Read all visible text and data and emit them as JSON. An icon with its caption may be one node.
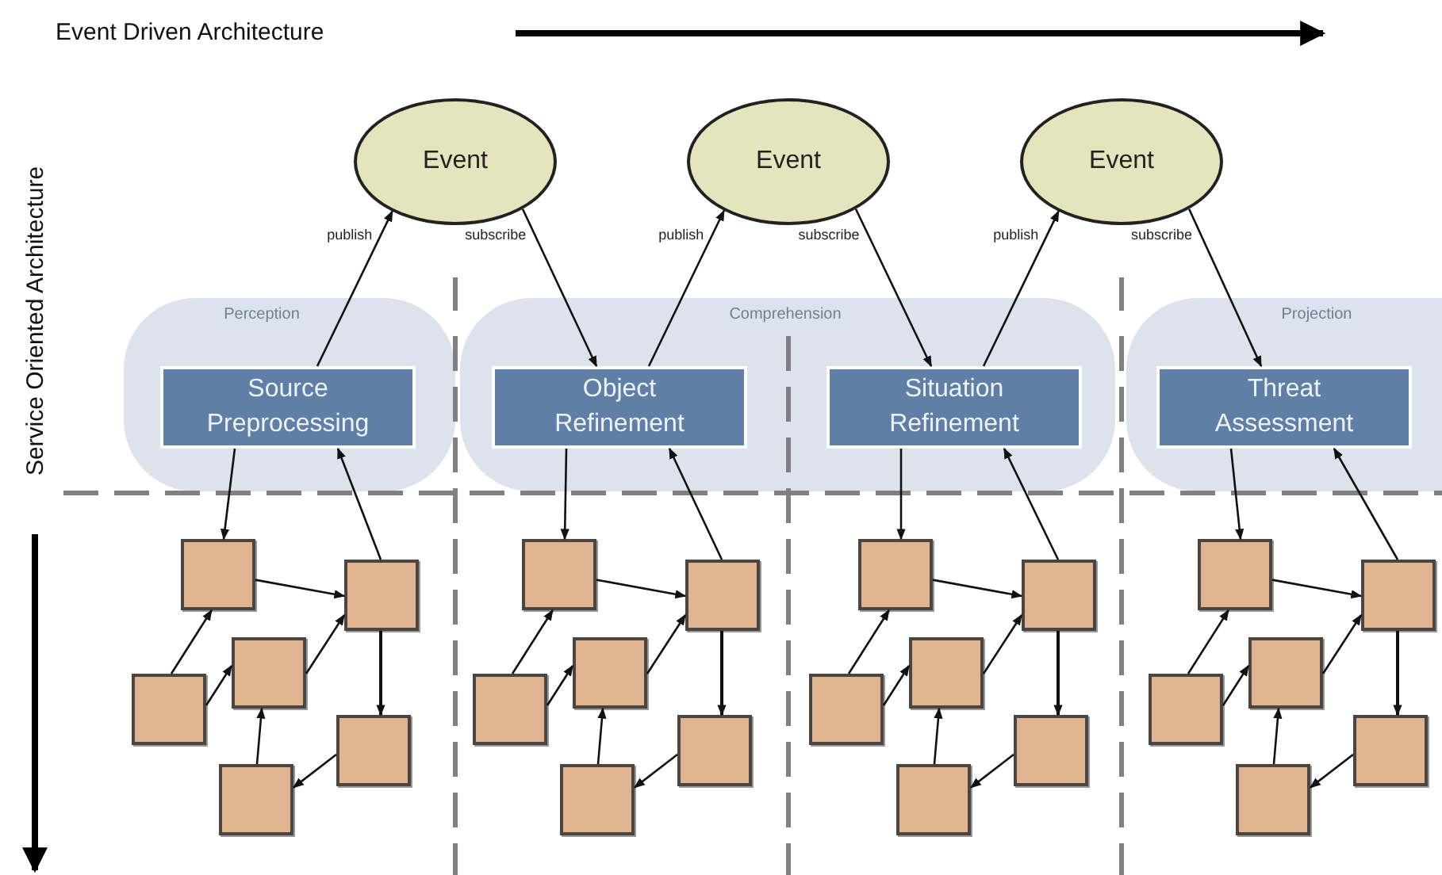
{
  "diagram": {
    "nodes": [
      {
        "text": [
          "Event"
        ]
      },
      {
        "text": [
          "Event"
        ]
      },
      {
        "text": [
          "Event"
        ]
      },
      {
        "text": [
          "Perception"
        ]
      },
      {
        "text": [
          "Source Preprocessing"
        ],
        "in": 3
      },
      {
        "text": [
          "Comprehension"
        ]
      },
      {
        "text": [
          "Object Refinement"
        ],
        "in": 5
      },
      {
        "text": [
          "Situation Refinement"
        ],
        "in": 5
      },
      {
        "text": [
          "Projection"
        ]
      },
      {
        "text": [
          "Threat Assessment"
        ],
        "in": 8
      },
      {
        "text": [],
        "shape": "box"
      },
      {
        "text": [],
        "shape": "box"
      },
      {
        "text": [],
        "shape": "box"
      },
      {
        "text": [],
        "shape": "box"
      },
      {
        "text": [],
        "shape": "box"
      },
      {
        "text": [],
        "shape": "box"
      },
      {
        "text": [],
        "shape": "box"
      },
      {
        "text": [],
        "shape": "box"
      },
      {
        "text": [],
        "shape": "box"
      },
      {
        "text": [],
        "shape": "box"
      },
      {
        "text": [],
        "shape": "box"
      },
      {
        "text": [],
        "shape": "box"
      },
      {
        "text": [],
        "shape": "box"
      },
      {
        "text": [],
        "shape": "box"
      },
      {
        "text": [],
        "shape": "box"
      },
      {
        "text": [],
        "shape": "box"
      },
      {
        "text": [],
        "shape": "box"
      },
      {
        "text": [],
        "shape": "box"
      },
      {
        "text": [],
        "shape": "box"
      },
      {
        "text": [],
        "shape": "box"
      },
      {
        "text": [],
        "shape": "box"
      },
      {
        "text": [],
        "shape": "box"
      },
      {
        "text": [],
        "shape": "box"
      },
      {
        "text": [],
        "shape": "box"
      }
    ],
    "edges": [
      {
        "from": 4,
        "to": 0,
        "arrow": "to",
        "label": "publish"
      },
      {
        "from": 0,
        "to": 6,
        "arrow": "to",
        "label": "subscribe"
      },
      {
        "from": 6,
        "to": 1,
        "arrow": "to",
        "label": "publish"
      },
      {
        "from": 1,
        "to": 7,
        "arrow": "to",
        "label": "subscribe"
      },
      {
        "from": 7,
        "to": 2,
        "arrow": "to",
        "label": "publish"
      },
      {
        "from": 2,
        "to": 9,
        "arrow": "to",
        "label": "subscribe"
      },
      {
        "from": 4,
        "to": 10,
        "arrow": "to"
      },
      {
        "from": 11,
        "to": 4,
        "arrow": "to"
      },
      {
        "from": 10,
        "to": 11,
        "arrow": "to"
      },
      {
        "from": 13,
        "to": 10,
        "arrow": "to"
      },
      {
        "from": 13,
        "to": 12,
        "arrow": "to"
      },
      {
        "from": 12,
        "to": 11,
        "arrow": "to"
      },
      {
        "from": 11,
        "to": 14,
        "arrow": "to"
      },
      {
        "from": 15,
        "to": 12,
        "arrow": "to"
      },
      {
        "from": 14,
        "to": 15,
        "arrow": "to"
      },
      {
        "from": 6,
        "to": 16,
        "arrow": "to"
      },
      {
        "from": 17,
        "to": 6,
        "arrow": "to"
      },
      {
        "from": 16,
        "to": 17,
        "arrow": "to"
      },
      {
        "from": 19,
        "to": 16,
        "arrow": "to"
      },
      {
        "from": 19,
        "to": 18,
        "arrow": "to"
      },
      {
        "from": 18,
        "to": 17,
        "arrow": "to"
      },
      {
        "from": 17,
        "to": 20,
        "arrow": "to"
      },
      {
        "from": 21,
        "to": 18,
        "arrow": "to"
      },
      {
        "from": 20,
        "to": 21,
        "arrow": "to"
      },
      {
        "from": 7,
        "to": 22,
        "arrow": "to"
      },
      {
        "from": 23,
        "to": 7,
        "arrow": "to"
      },
      {
        "from": 22,
        "to": 23,
        "arrow": "to"
      },
      {
        "from": 25,
        "to": 22,
        "arrow": "to"
      },
      {
        "from": 25,
        "to": 24,
        "arrow": "to"
      },
      {
        "from": 24,
        "to": 23,
        "arrow": "to"
      },
      {
        "from": 23,
        "to": 26,
        "arrow": "to"
      },
      {
        "from": 27,
        "to": 24,
        "arrow": "to"
      },
      {
        "from": 26,
        "to": 27,
        "arrow": "to"
      },
      {
        "from": 9,
        "to": 28,
        "arrow": "to"
      },
      {
        "from": 29,
        "to": 9,
        "arrow": "to"
      },
      {
        "from": 28,
        "to": 29,
        "arrow": "to"
      },
      {
        "from": 31,
        "to": 28,
        "arrow": "to"
      },
      {
        "from": 31,
        "to": 30,
        "arrow": "to"
      },
      {
        "from": 30,
        "to": 29,
        "arrow": "to"
      },
      {
        "from": 29,
        "to": 32,
        "arrow": "to"
      },
      {
        "from": 33,
        "to": 30,
        "arrow": "to"
      },
      {
        "from": 32,
        "to": 33,
        "arrow": "to"
      }
    ],
    "labels": [
      "Event Driven Architecture",
      "Service Oriented Architecture"
    ]
  }
}
